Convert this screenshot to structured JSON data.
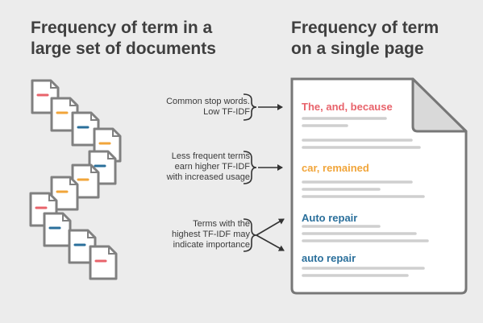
{
  "titles": {
    "left": [
      "Frequency of term in a",
      "large set of documents"
    ],
    "right": [
      "Frequency of term",
      "on a single page"
    ]
  },
  "annotations": {
    "stop_words": [
      "Common stop words.",
      "Low TF-IDF"
    ],
    "less_frequent": [
      "Less frequent terms",
      "earn higher TF-IDF",
      "with increased usage"
    ],
    "highest": [
      "Terms with the",
      "highest TF-IDF may",
      "indicate importance"
    ]
  },
  "terms": {
    "stop_words": "The, and, because",
    "less_frequent": "car, remained",
    "auto_repair_1": "Auto repair",
    "auto_repair_2": "auto repair"
  },
  "colors": {
    "red": "#e8636b",
    "orange": "#f1a53a",
    "blue": "#2a6f9b",
    "outline": "#808080",
    "text_lines": "#cfcfcf"
  },
  "icons": {
    "document_stack": "document-icon",
    "single_page": "page-with-folded-corner-icon",
    "brace": "curly-brace-icon",
    "arrow": "arrow-right-icon"
  }
}
